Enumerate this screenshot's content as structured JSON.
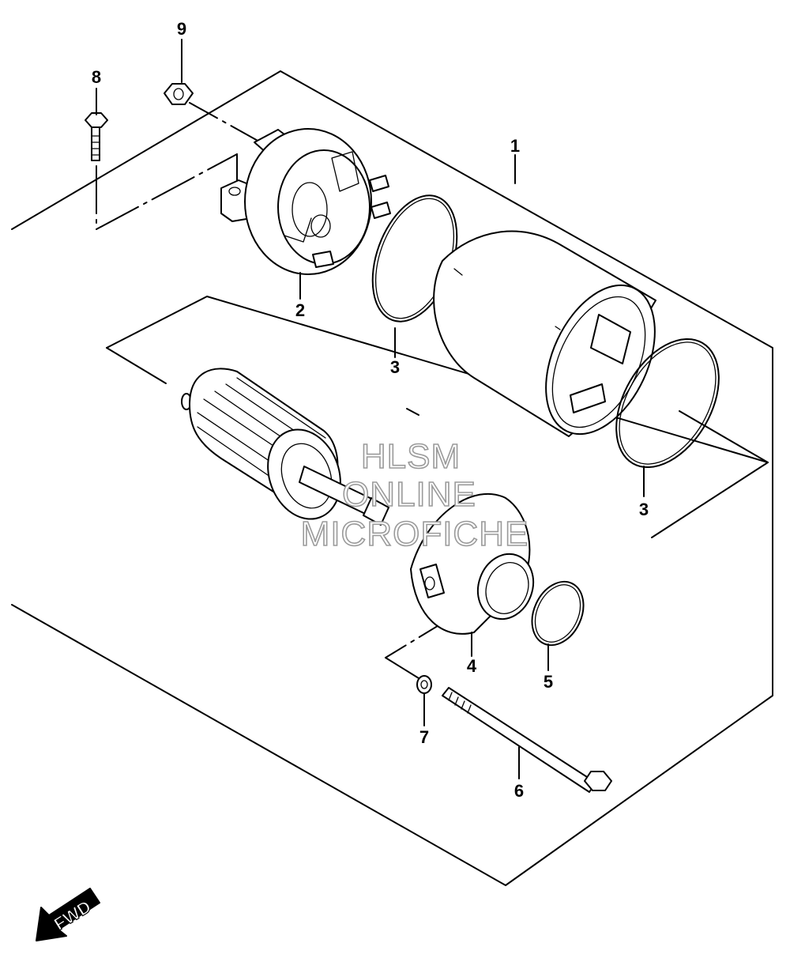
{
  "callouts": {
    "c1": "1",
    "c2": "2",
    "c3a": "3",
    "c3b": "3",
    "c4": "4",
    "c5": "5",
    "c6": "6",
    "c7": "7",
    "c8": "8",
    "c9": "9"
  },
  "watermark": {
    "line1": "HLSM",
    "line2": "ONLINE",
    "line3": "MICROFICHE"
  },
  "direction_badge": {
    "label": "FWD"
  }
}
